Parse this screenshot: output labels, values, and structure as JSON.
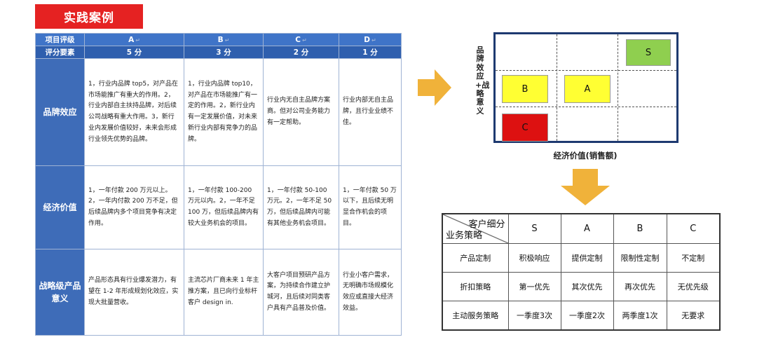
{
  "banner": "实践案例",
  "main_table": {
    "corner_top": "项目评级",
    "corner_bottom": "评分要素",
    "grades": [
      {
        "grade": "A",
        "score": "5 分"
      },
      {
        "grade": "B",
        "score": "3 分"
      },
      {
        "grade": "C",
        "score": "2 分"
      },
      {
        "grade": "D",
        "score": "1 分"
      }
    ],
    "rows": [
      {
        "label": "品牌效应",
        "cells": [
          "1，行业内品牌 top5，对产品在市场能推广有重大的作用。2，行业内部自主扶持品牌，对后续公司战略有重大作用。3，新行业内发展价值较好，未来会形成行业领先优势的品牌。",
          "1，行业内品牌 top10，对产品在市场能推广有一定的作用。2，新行业内有一定发展价值，对未来新行业内部有竞争力的品牌。",
          "行业内无自主品牌方案商。但对公司业务能力有一定帮助。",
          "行业内部无自主品牌，且行业业绩不佳。"
        ]
      },
      {
        "label": "经济价值",
        "cells": [
          "1，一年付款 200 万元以上。2，一年内付款 200 万不足，但后续品牌内多个项目竞争有决定作用。",
          "1，一年付款 100-200 万元以内。2，一年不足 100 万，但后续品牌内有较大业务机会的项目。",
          "1，一年付款 50-100 万元。2，一年不足 50 万，但后续品牌内可能有其他业务机会项目。",
          "1，一年付款 50 万以下，且后续无明显合作机会的项目。"
        ]
      },
      {
        "label": "战略级产品意义",
        "cells": [
          "产品形态具有行业爆发潜力，有望在 1-2 年形成规划化效应，实现大批量营收。",
          "主流芯片厂商未来 1 年主推方案，且已向行业标杆客户 design in.",
          "大客户项目预研产品方案，为持续合作建立护城河，且后续对同类客户具有产品普及价值。",
          "行业小客户需求，无明确市场规模化效应或直接大经济效益。"
        ]
      }
    ]
  },
  "matrix": {
    "y_label": "品牌效应+战略意义",
    "x_label": "经济价值(销售额)",
    "boxes": {
      "s": "S",
      "b": "B",
      "a": "A",
      "c": "C"
    },
    "colors": {
      "s": "#8fcf4f",
      "a": "#ffff33",
      "b": "#ffff33",
      "c": "#dd1111"
    }
  },
  "strategy_table": {
    "corner_top": "客户细分",
    "corner_bottom": "业务策略",
    "columns": [
      "S",
      "A",
      "B",
      "C"
    ],
    "rows": [
      {
        "label": "产品定制",
        "values": [
          "积极响应",
          "提供定制",
          "限制性定制",
          "不定制"
        ]
      },
      {
        "label": "折扣策略",
        "values": [
          "第一优先",
          "其次优先",
          "再次优先",
          "无优先级"
        ]
      },
      {
        "label": "主动服务策略",
        "values": [
          "一季度3次",
          "一季度2次",
          "两季度1次",
          "无要求"
        ]
      }
    ]
  },
  "colors": {
    "header_blue": "#3f74c8",
    "banner_red": "#e52222",
    "arrow_orange": "#f0b23a",
    "matrix_border": "#1e3a70"
  }
}
